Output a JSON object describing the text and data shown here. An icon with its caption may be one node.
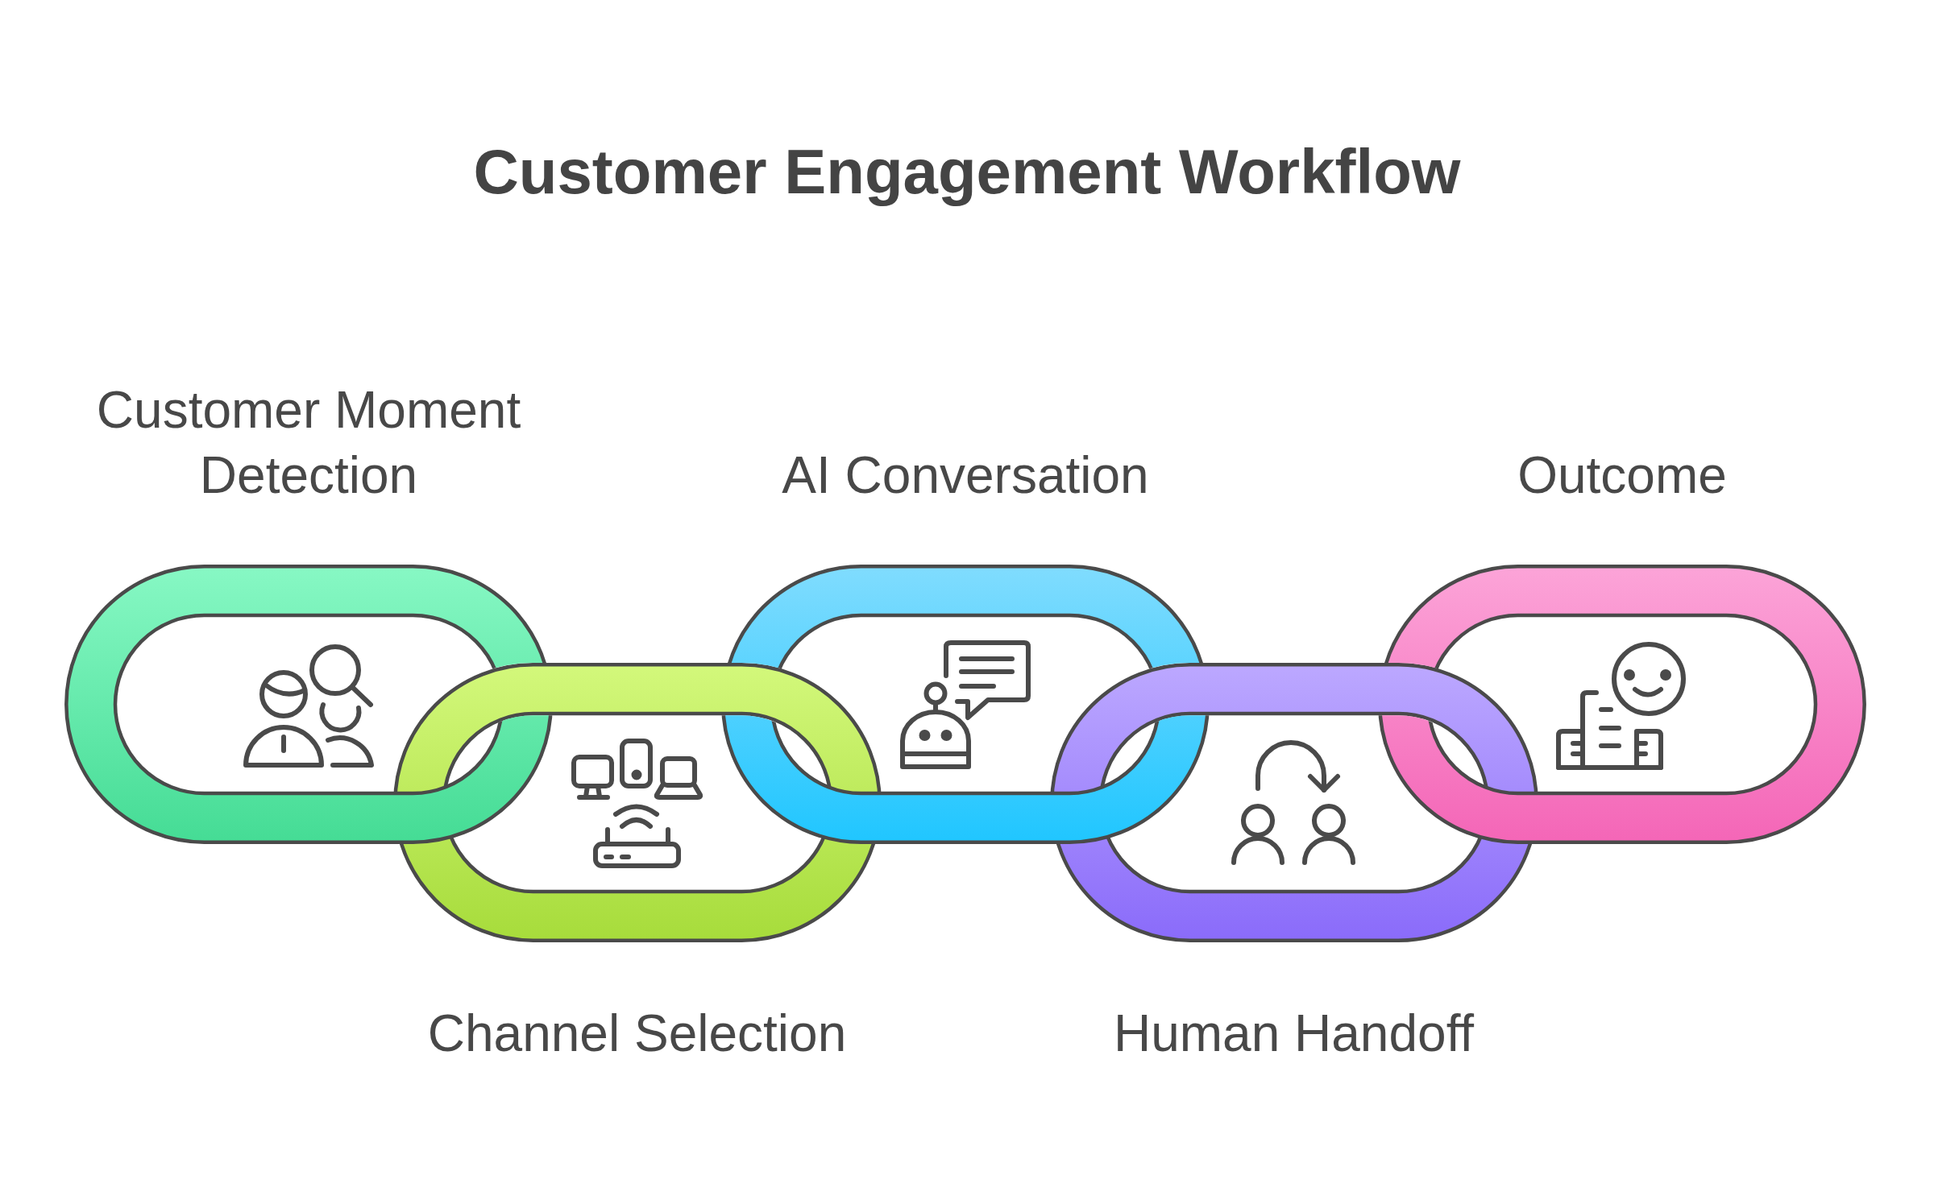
{
  "diagram": {
    "title": "Customer Engagement Workflow",
    "nodes": [
      {
        "text": [
          "Customer Moment Detection"
        ]
      },
      {
        "text": [
          "Channel Selection"
        ]
      },
      {
        "text": [
          "AI Conversation"
        ]
      },
      {
        "text": [
          "Human Handoff"
        ]
      },
      {
        "text": [
          "Outcome"
        ]
      }
    ]
  }
}
